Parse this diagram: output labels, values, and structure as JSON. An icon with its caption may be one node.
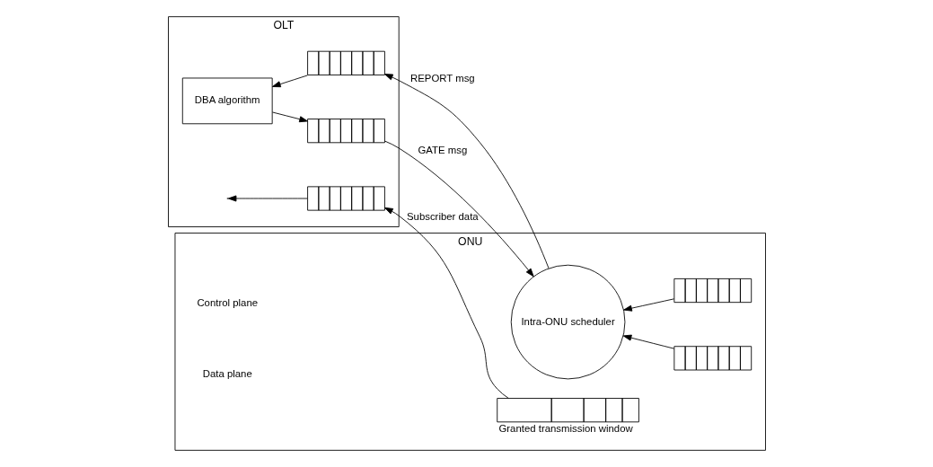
{
  "diagram": {
    "nodes": [
      {
        "text": [
          "OLT"
        ]
      },
      {
        "text": [
          "DBA algorithm"
        ],
        "in": 0
      },
      {
        "text": [],
        "shape": "box",
        "in": 0
      },
      {
        "text": [],
        "shape": "box",
        "in": 0
      },
      {
        "text": [],
        "shape": "box",
        "in": 0
      },
      {
        "text": [
          "ONU"
        ]
      },
      {
        "text": [
          "Intra-ONU scheduler"
        ],
        "in": 5
      },
      {
        "text": [],
        "shape": "box",
        "in": 5,
        "beside": [
          "Granted transmission window"
        ]
      },
      {
        "text": [],
        "shape": "box",
        "in": 5
      },
      {
        "text": [],
        "shape": "box",
        "in": 5
      }
    ],
    "edges": [
      {
        "from": 6,
        "to": 2,
        "arrow": "to",
        "label": "REPORT msg"
      },
      {
        "from": 2,
        "to": 1,
        "arrow": "to"
      },
      {
        "from": 1,
        "to": 3,
        "arrow": "to"
      },
      {
        "from": 3,
        "to": 6,
        "arrow": "to",
        "label": "GATE msg"
      },
      {
        "from": 8,
        "to": 6,
        "arrow": "to"
      },
      {
        "from": 9,
        "to": 6,
        "arrow": "to"
      },
      {
        "from": 7,
        "to": 4,
        "arrow": "to",
        "label": "Subscriber data"
      },
      {
        "from": 4,
        "to": null,
        "arrow": "to"
      }
    ],
    "labels": [
      "Control plane",
      "Data plane"
    ]
  }
}
